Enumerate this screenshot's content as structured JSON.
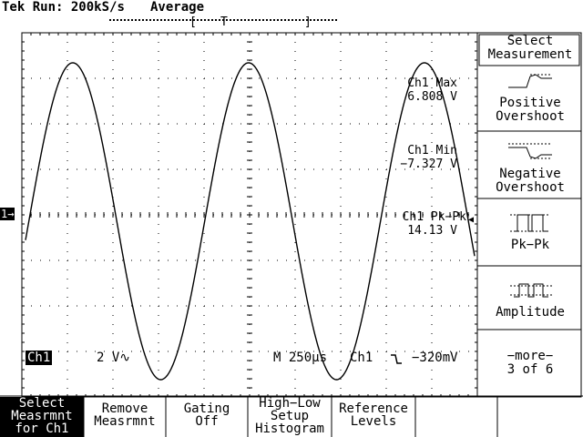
{
  "header": {
    "brand": "Tek",
    "run_label": "Run: 200kS/s",
    "mode": "Average",
    "trigger_marker": "T"
  },
  "ground_marker": "1→",
  "measurements": [
    {
      "label": "Ch1 Max",
      "value": "6.808 V"
    },
    {
      "label": "Ch1 Min",
      "value": "−7.327 V"
    },
    {
      "label": "Ch1 Pk−Pk",
      "value": "14.13 V"
    }
  ],
  "status_bar": {
    "channel": "Ch1",
    "volts_div": "2 V∿",
    "timebase": "M 250µs",
    "trig_source": "Ch1",
    "trig_slope_icon": "falling-edge-icon",
    "trig_level": "−320mV"
  },
  "side_menu": {
    "title_line1": "Select",
    "title_line2": "Measurement",
    "items": [
      {
        "line1": "Positive",
        "line2": "Overshoot",
        "icon": "positive-overshoot-icon"
      },
      {
        "line1": "Negative",
        "line2": "Overshoot",
        "icon": "negative-overshoot-icon"
      },
      {
        "line1": "Pk−Pk",
        "line2": "",
        "icon": "pk-pk-icon"
      },
      {
        "line1": "Amplitude",
        "line2": "",
        "icon": "amplitude-icon"
      },
      {
        "line1": "−more−",
        "line2": "3 of 6",
        "icon": ""
      }
    ]
  },
  "bottom_menu": [
    {
      "line1": "Select",
      "line2": "Measrmnt",
      "line3": "for Ch1",
      "selected": true
    },
    {
      "line1": "Remove",
      "line2": "Measrmnt",
      "line3": "",
      "selected": false
    },
    {
      "line1": "Gating",
      "line2": "Off",
      "line3": "",
      "selected": false
    },
    {
      "line1": "High−Low",
      "line2": "Setup",
      "line3": "Histogram",
      "selected": false
    },
    {
      "line1": "Reference",
      "line2": "Levels",
      "line3": "",
      "selected": false
    },
    {
      "line1": "",
      "line2": "",
      "line3": "",
      "selected": false
    },
    {
      "line1": "",
      "line2": "",
      "line3": "",
      "selected": false
    }
  ]
}
